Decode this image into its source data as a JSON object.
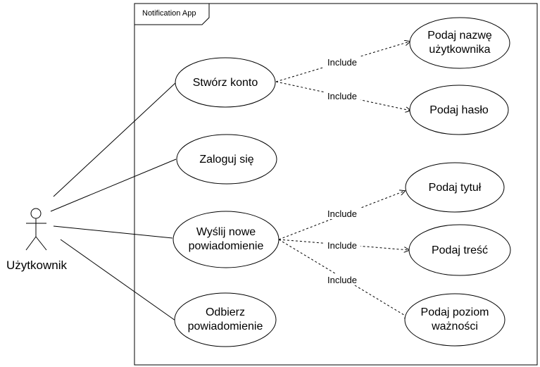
{
  "system": {
    "title": "Notification App"
  },
  "actor": {
    "name": "Użytkownik"
  },
  "use_cases": {
    "stworz_konto": [
      "Stwórz konto"
    ],
    "zaloguj": [
      "Zaloguj się"
    ],
    "wyslij": [
      "Wyślij nowe",
      "powiadomienie"
    ],
    "odbierz": [
      "Odbierz",
      "powiadomienie"
    ],
    "podaj_nazwe": [
      "Podaj nazwę",
      "użytkownika"
    ],
    "podaj_haslo": [
      "Podaj hasło"
    ],
    "podaj_tytul": [
      "Podaj tytuł"
    ],
    "podaj_tresc": [
      "Podaj treść"
    ],
    "podaj_poziom": [
      "Podaj poziom",
      "ważności"
    ]
  },
  "relations": {
    "include_label": "Include"
  },
  "colors": {
    "stroke": "#000000",
    "background": "#ffffff"
  }
}
